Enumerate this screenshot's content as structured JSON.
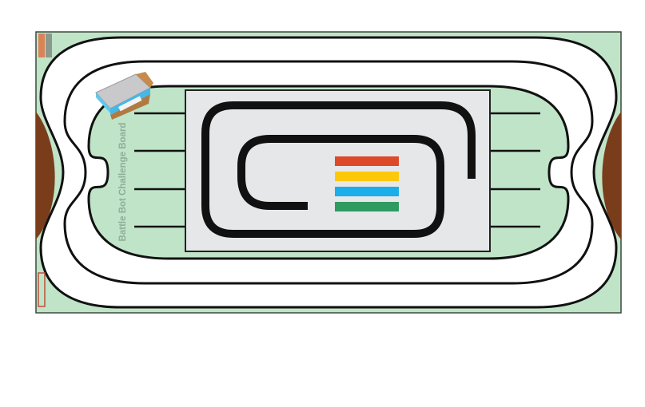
{
  "board": {
    "title": "Battle Bot Challenge Board",
    "colors": {
      "field": "#c0e4c8",
      "track": "#ffffff",
      "line": "#111111",
      "center_panel": "#e6e7e8",
      "wood": "#7a3d1c"
    },
    "color_bars": [
      {
        "name": "red",
        "color": "#dc4a2a"
      },
      {
        "name": "yellow",
        "color": "#fdc80a"
      },
      {
        "name": "blue",
        "color": "#1aaeea"
      },
      {
        "name": "green",
        "color": "#2f9b60"
      }
    ],
    "icons": [
      "building-icon",
      "logo-icon",
      "logo-badge-icon"
    ]
  }
}
